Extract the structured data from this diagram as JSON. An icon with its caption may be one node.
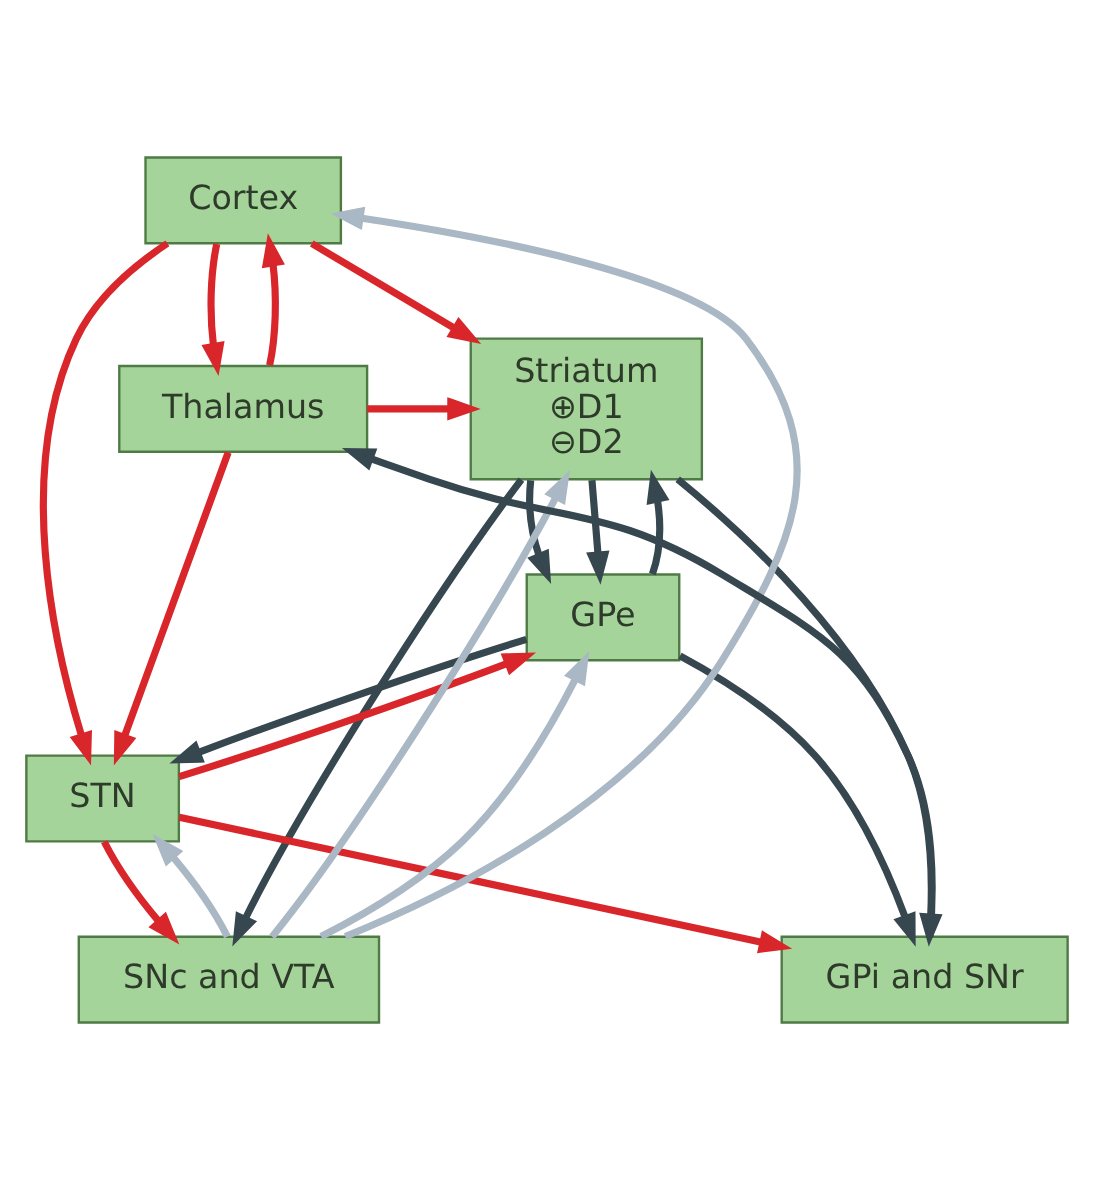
{
  "diagram": {
    "nodes": [
      {
        "text": [
          "Cortex"
        ]
      },
      {
        "text": [
          "Striatum",
          "⊕D1",
          "⊖D2"
        ]
      },
      {
        "text": [
          "Thalamus"
        ]
      },
      {
        "text": [
          "GPe"
        ]
      },
      {
        "text": [
          "STN"
        ]
      },
      {
        "text": [
          "SNc and VTA"
        ]
      },
      {
        "text": [
          "GPi and SNr"
        ]
      }
    ],
    "edges": [
      {
        "from": 0,
        "to": 1,
        "arrow": "to",
        "color": "#d9262b"
      },
      {
        "from": 0,
        "to": 2,
        "arrow": "to",
        "color": "#d9262b"
      },
      {
        "from": 2,
        "to": 0,
        "arrow": "to",
        "color": "#d9262b"
      },
      {
        "from": 2,
        "to": 1,
        "arrow": "to",
        "color": "#d9262b"
      },
      {
        "from": 0,
        "to": 4,
        "arrow": "to",
        "color": "#d9262b"
      },
      {
        "from": 2,
        "to": 4,
        "arrow": "to",
        "color": "#d9262b"
      },
      {
        "from": 1,
        "to": 5,
        "arrow": "to",
        "color": "#37474f"
      },
      {
        "from": 1,
        "to": 6,
        "arrow": "to",
        "color": "#37474f"
      },
      {
        "from": 1,
        "to": 3,
        "arrow": "to",
        "color": "#37474f"
      },
      {
        "from": 1,
        "to": 3,
        "arrow": "to",
        "color": "#37474f"
      },
      {
        "from": 3,
        "to": 1,
        "arrow": "to",
        "color": "#37474f"
      },
      {
        "from": 3,
        "to": 4,
        "arrow": "to",
        "color": "#37474f"
      },
      {
        "from": 3,
        "to": 6,
        "arrow": "to",
        "color": "#37474f"
      },
      {
        "from": 4,
        "to": 3,
        "arrow": "to",
        "color": "#d9262b"
      },
      {
        "from": 4,
        "to": 5,
        "arrow": "to",
        "color": "#d9262b"
      },
      {
        "from": 4,
        "to": 6,
        "arrow": "to",
        "color": "#d9262b"
      },
      {
        "from": 6,
        "to": 2,
        "arrow": "to",
        "color": "#37474f"
      },
      {
        "from": 5,
        "to": 0,
        "arrow": "to",
        "color": "#a9b8c4"
      },
      {
        "from": 5,
        "to": 1,
        "arrow": "to",
        "color": "#a9b8c4"
      },
      {
        "from": 5,
        "to": 3,
        "arrow": "to",
        "color": "#a9b8c4"
      },
      {
        "from": 5,
        "to": 4,
        "arrow": "to",
        "color": "#a9b8c4"
      }
    ]
  }
}
